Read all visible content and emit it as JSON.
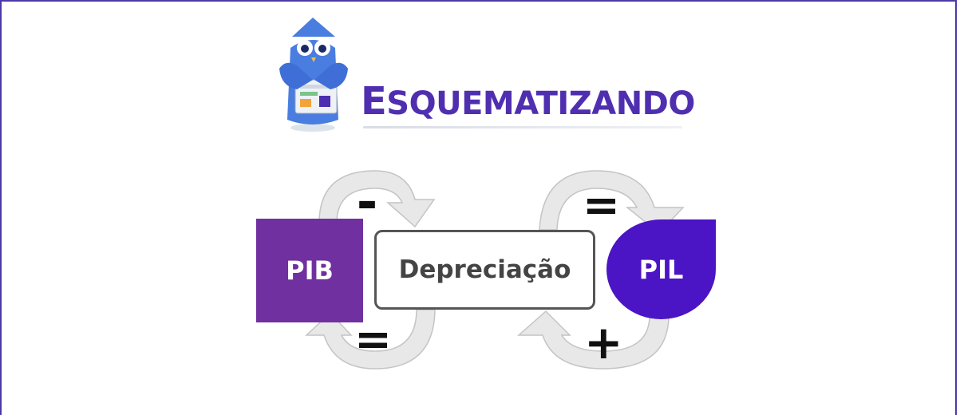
{
  "logo": {
    "brand_text_first": "E",
    "brand_text_rest": "SQUEMATIZANDO",
    "icon": "owl-mascot-icon"
  },
  "diagram": {
    "left_box": "PIB",
    "center_box": "Depreciação",
    "right_box": "PIL",
    "op_left_top": "-",
    "op_left_bottom": "=",
    "op_right_top": "=",
    "op_right_bottom": "+"
  },
  "colors": {
    "frame": "#4a3aa8",
    "pib": "#7030a0",
    "pil": "#4b14c4",
    "brand": "#4f2fb0",
    "arrow": "#e6e6e6"
  }
}
